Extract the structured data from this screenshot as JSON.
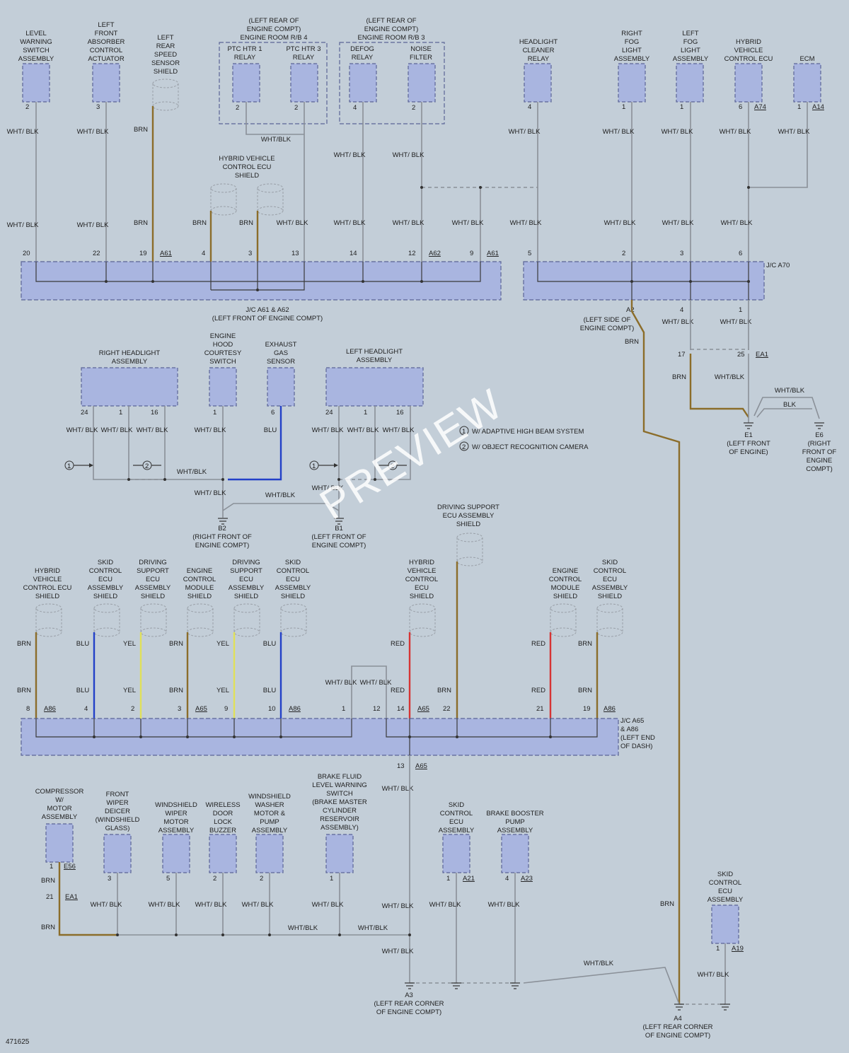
{
  "watermark": "PREVIEW",
  "diagram_number": "471625",
  "top_components": [
    {
      "id": "lw",
      "label": [
        "LEVEL",
        "WARNING",
        "SWITCH",
        "ASSEMBLY"
      ],
      "pin": "2",
      "w1": "WHT/ BLK",
      "w2": "WHT/ BLK",
      "jpin": "20"
    },
    {
      "id": "lf",
      "label": [
        "LEFT",
        "FRONT",
        "ABSORBER",
        "CONTROL",
        "ACTUATOR"
      ],
      "pin": "3",
      "w1": "WHT/ BLK",
      "w2": "WHT/ BLK",
      "jpin": "22"
    },
    {
      "id": "lr",
      "label": [
        "LEFT",
        "REAR",
        "SPEED",
        "SENSOR",
        "SHIELD"
      ],
      "w1": "BRN",
      "w2": "BRN",
      "jpin": "19",
      "jref": "A61"
    },
    {
      "id": "def",
      "label": [
        "DEFOG",
        "RELAY"
      ],
      "pin": "4",
      "w1": "WHT/ BLK",
      "w2": "WHT/ BLK",
      "jpin": "14"
    },
    {
      "id": "nf",
      "label": [
        "NOISE",
        "FILTER"
      ],
      "pin": "2",
      "w1": "WHT/ BLK",
      "w2": "WHT/ BLK",
      "jpin": "12",
      "jref": "A62"
    },
    {
      "id": "hc",
      "label": [
        "HEADLIGHT",
        "CLEANER",
        "RELAY"
      ],
      "pin": "4",
      "w1": "WHT/ BLK",
      "w2": "WHT/ BLK",
      "jpin": "5"
    },
    {
      "id": "rf",
      "label": [
        "RIGHT",
        "FOG",
        "LIGHT",
        "ASSEMBLY"
      ],
      "pin": "1",
      "w1": "WHT/ BLK",
      "w2": "WHT/ BLK",
      "jpin": "2"
    },
    {
      "id": "lfl",
      "label": [
        "LEFT",
        "FOG",
        "LIGHT",
        "ASSEMBLY"
      ],
      "pin": "1",
      "w1": "WHT/ BLK",
      "w2": "WHT/ BLK",
      "jpin": "3"
    },
    {
      "id": "hv",
      "label": [
        "HYBRID",
        "VEHICLE",
        "CONTROL ECU"
      ],
      "pin": "6",
      "ref": "A74",
      "w1": "WHT/ BLK",
      "w2": "WHT/ BLK",
      "jpin": "6"
    },
    {
      "id": "ecm",
      "label": [
        "ECM"
      ],
      "pin": "1",
      "ref": "A14",
      "w1": "WHT/ BLK"
    }
  ],
  "rb4": {
    "label": [
      "(LEFT REAR OF",
      "ENGINE COMPT)",
      "ENGINE ROOM R/B 4"
    ],
    "r1": [
      "PTC HTR 1",
      "RELAY"
    ],
    "r2": [
      "PTC HTR 3",
      "RELAY"
    ],
    "p1": "2",
    "p2": "2",
    "join": "WHT/BLK"
  },
  "rb3": {
    "label": [
      "(LEFT REAR OF",
      "ENGINE COMPT)",
      "ENGINE ROOM R/B 3"
    ]
  },
  "hv_shield": {
    "label": [
      "HYBRID VEHICLE",
      "CONTROL ECU",
      "SHIELD"
    ],
    "w1": "BRN",
    "w2": "BRN",
    "jp1": "4",
    "jp2": "3",
    "w3": "WHT/ BLK",
    "jp3": "13",
    "w4": "WHT/ BLK",
    "jp4": "9",
    "jref4": "A61"
  },
  "jc_a61": {
    "label": [
      "J/C A61 & A62",
      "(LEFT FRONT OF ENGINE COMPT)"
    ]
  },
  "jc_a70": {
    "label": "J/C A70",
    "a2": "A2",
    "a2label": [
      "(LEFT SIDE OF",
      "ENGINE COMPT)"
    ],
    "p4": "4",
    "p1": "1",
    "w4": "WHT/ BLK",
    "w1": "WHT/ BLK",
    "brn": "BRN",
    "ea_p17": "17",
    "ea_p25": "25",
    "ea_ref": "EA1",
    "w_brn": "BRN",
    "w_wb": "WHT/BLK",
    "w_wb2": "WHT/BLK",
    "w_blk": "BLK",
    "e1": [
      "E1",
      "(LEFT FRONT",
      "OF ENGINE)"
    ],
    "e6": [
      "E6",
      "(RIGHT",
      "FRONT OF",
      "ENGINE",
      "COMPT)"
    ]
  },
  "middle": {
    "rh": {
      "label": [
        "RIGHT HEADLIGHT",
        "ASSEMBLY"
      ],
      "pins": [
        "24",
        "1",
        "16"
      ],
      "wires": [
        "WHT/ BLK",
        "WHT/ BLK",
        "WHT/ BLK"
      ]
    },
    "eh": {
      "label": [
        "ENGINE",
        "HOOD",
        "COURTESY",
        "SWITCH"
      ],
      "pin": "1",
      "wire": "WHT/ BLK"
    },
    "eg": {
      "label": [
        "EXHAUST",
        "GAS",
        "SENSOR"
      ],
      "pin": "6",
      "wire": "BLU"
    },
    "lh": {
      "label": [
        "LEFT HEADLIGHT",
        "ASSEMBLY"
      ],
      "pins": [
        "24",
        "1",
        "16"
      ],
      "wires": [
        "WHT/ BLK",
        "WHT/ BLK",
        "WHT/ BLK"
      ]
    },
    "wb1": "WHT/BLK",
    "wb2": "WHT/BLK",
    "w_b2": "WHT/ BLK",
    "w_b1": "WHT/ BLK",
    "b2": [
      "B2",
      "(RIGHT FRONT OF",
      "ENGINE COMPT)"
    ],
    "b1": [
      "B1",
      "(LEFT FRONT OF",
      "ENGINE COMPT)"
    ],
    "legend1": "W/ ADAPTIVE HIGH BEAM SYSTEM",
    "legend2": "W/ OBJECT RECOGNITION CAMERA",
    "ds": [
      "DRIVING SUPPORT",
      "ECU ASSEMBLY",
      "SHIELD"
    ]
  },
  "shields": [
    {
      "label": [
        "HYBRID",
        "VEHICLE",
        "CONTROL ECU",
        "SHIELD"
      ],
      "w1": "BRN",
      "w2": "BRN",
      "pin": "8",
      "ref": "A86"
    },
    {
      "label": [
        "SKID",
        "CONTROL",
        "ECU",
        "ASSEMBLY",
        "SHIELD"
      ],
      "w1": "BLU",
      "w2": "BLU",
      "pin": "4"
    },
    {
      "label": [
        "DRIVING",
        "SUPPORT",
        "ECU",
        "ASSEMBLY",
        "SHIELD"
      ],
      "w1": "YEL",
      "w2": "YEL",
      "pin": "2"
    },
    {
      "label": [
        "ENGINE",
        "CONTROL",
        "MODULE",
        "SHIELD"
      ],
      "w1": "BRN",
      "w2": "BRN",
      "pin": "3",
      "ref": "A65"
    },
    {
      "label": [
        "DRIVING",
        "SUPPORT",
        "ECU",
        "ASSEMBLY",
        "SHIELD"
      ],
      "w1": "YEL",
      "w2": "YEL",
      "pin": "9"
    },
    {
      "label": [
        "SKID",
        "CONTROL",
        "ECU",
        "ASSEMBLY",
        "SHIELD"
      ],
      "w1": "BLU",
      "w2": "BLU",
      "pin": "10",
      "ref": "A86"
    },
    {
      "label": [
        "HYBRID",
        "VEHICLE",
        "CONTROL",
        "ECU",
        "SHIELD"
      ],
      "w1": "RED",
      "w2": "RED",
      "pin": "14",
      "ref": "A65"
    },
    {
      "label": [
        "ENGINE",
        "CONTROL",
        "MODULE",
        "SHIELD"
      ],
      "w1": "RED",
      "w2": "RED",
      "pin": "21"
    },
    {
      "label": [
        "SKID",
        "CONTROL",
        "ECU",
        "ASSEMBLY",
        "SHIELD"
      ],
      "w1": "BRN",
      "w2": "BRN",
      "pin": "19",
      "ref": "A86"
    }
  ],
  "jc_a65": {
    "label": [
      "J/C A65",
      "& A86",
      "(LEFT END",
      "OF DASH)"
    ],
    "p1": "1",
    "p12": "12",
    "w1": "WHT/ BLK",
    "w12": "WHT/ BLK",
    "p22": "22",
    "w22": "BRN",
    "p13": "13",
    "ref13": "A65",
    "w13": "WHT/ BLK"
  },
  "bottom": [
    {
      "label": [
        "COMPRESSOR",
        "W/",
        "MOTOR",
        "ASSEMBLY"
      ],
      "pin": "1",
      "ref": "E56",
      "w": "BRN",
      "p2": "21",
      "ref2": "EA1",
      "w2": "BRN"
    },
    {
      "label": [
        "FRONT",
        "WIPER",
        "DEICER",
        "(WINDSHIELD",
        "GLASS)"
      ],
      "pin": "3",
      "w": "WHT/ BLK"
    },
    {
      "label": [
        "WINDSHIELD",
        "WIPER",
        "MOTOR",
        "ASSEMBLY"
      ],
      "pin": "5",
      "w": "WHT/ BLK"
    },
    {
      "label": [
        "WIRELESS",
        "DOOR",
        "LOCK",
        "BUZZER"
      ],
      "pin": "2",
      "w": "WHT/ BLK"
    },
    {
      "label": [
        "WINDSHIELD",
        "WASHER",
        "MOTOR &",
        "PUMP",
        "ASSEMBLY"
      ],
      "pin": "2",
      "w": "WHT/ BLK"
    },
    {
      "label": [
        "BRAKE FLUID",
        "LEVEL WARNING",
        "SWITCH",
        "(BRAKE MASTER",
        "CYLINDER",
        "RESERVOIR",
        "ASSEMBLY)"
      ],
      "pin": "1",
      "w": "WHT/ BLK"
    },
    {
      "label": [
        "SKID",
        "CONTROL",
        "ECU",
        "ASSEMBLY"
      ],
      "pin": "1",
      "ref": "A21",
      "w": "WHT/ BLK"
    },
    {
      "label": [
        "BRAKE BOOSTER",
        "PUMP",
        "ASSEMBLY"
      ],
      "pin": "4",
      "ref": "A23",
      "w": "WHT/ BLK"
    },
    {
      "label": [
        "SKID",
        "CONTROL",
        "ECU",
        "ASSEMBLY"
      ],
      "pin": "1",
      "ref": "A19",
      "w": "WHT/ BLK"
    }
  ],
  "bottom_wires": {
    "wb1": "WHT/BLK",
    "wb2": "WHT/BLK",
    "wa3a": "WHT/ BLK",
    "wa3b": "WHT/ BLK",
    "wa3c": "WHT/ BLK",
    "brn": "BRN",
    "wb3": "WHT/BLK"
  },
  "a3": [
    "A3",
    "(LEFT REAR CORNER",
    "OF ENGINE COMPT)"
  ],
  "a4": [
    "A4",
    "(LEFT REAR CORNER",
    "OF ENGINE COMPT)"
  ]
}
